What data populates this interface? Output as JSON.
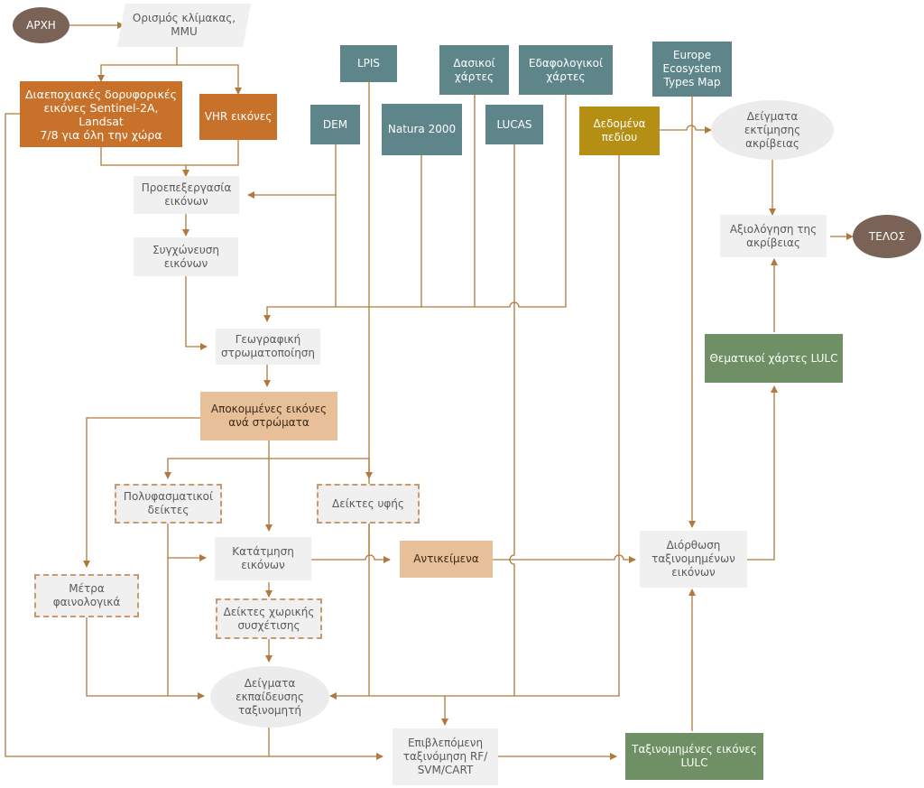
{
  "nodes": {
    "start": "ΑΡΧΗ",
    "scale": "Ορισμός κλίμακας,\nMMU",
    "sentinel": "Διαεποχιακές δορυφορικές\nεικόνες Sentinel-2A, Landsat\n7/8 για όλη την χώρα",
    "vhr": "VHR εικόνες",
    "dem": "DEM",
    "lpis": "LPIS",
    "natura": "Natura 2000",
    "forest_maps": "Δασικοί\nχάρτες",
    "lucas": "LUCAS",
    "soil_maps": "Εδαφολογικοί\nχάρτες",
    "field_data": "Δεδομένα\nπεδίου",
    "europe": "Europe\nEcosystem\nTypes Map",
    "accuracy_samples": "Δείγματα\nεκτίμησης\nακρίβειας",
    "accuracy_eval": "Αξιολόγηση της\nακρίβειας",
    "end": "ΤΕΛΟΣ",
    "preprocess": "Προεπεξεργασία\nεικόνων",
    "fusion": "Συγχώνευση\nεικόνων",
    "stratification": "Γεωγραφική\nστρωματοποίηση",
    "clipped": "Αποκομμένες εικόνες\nανά στρώματα",
    "multispectral": "Πολυφασματικοί\nδείκτες",
    "texture": "Δείκτες υφής",
    "phenology": "Μέτρα\nφαινολογικά",
    "segmentation": "Κατάτμηση\nεικόνων",
    "objects": "Αντικείμενα",
    "spatial": "Δείκτες χωρικής\nσυσχέτισης",
    "training": "Δείγματα\nεκπαίδευσης\nταξινομητή",
    "supervised": "Επιβλεπόμενη\nταξινόμηση RF/\nSVM/CART",
    "classified": "Ταξινομημένες εικόνες\nLULC",
    "correction": "Διόρθωση\nταξινομημένων\nεικόνων",
    "thematic": "Θεματικοί χάρτες LULC"
  },
  "colors": {
    "line": "#b07a3e",
    "teal": "#5e8589",
    "orange": "#c8712b",
    "gold": "#b58e14",
    "peach": "#e7c09a",
    "green": "#6e9064",
    "brown": "#7a6356",
    "gray": "#f0f0f0"
  }
}
